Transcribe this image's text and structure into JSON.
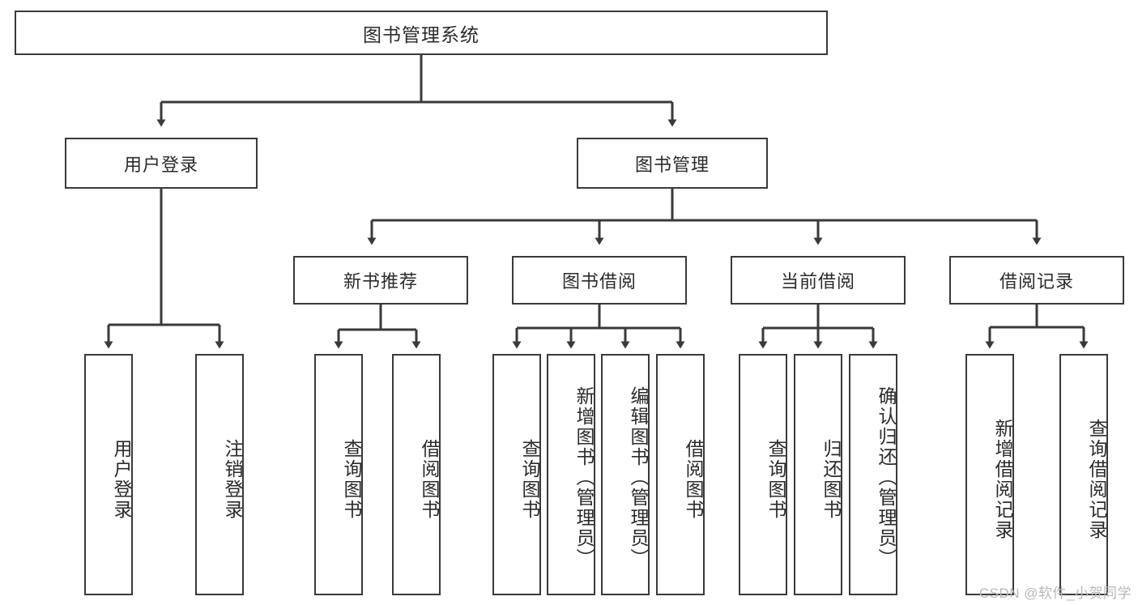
{
  "diagram": {
    "title": "图书管理系统",
    "type": "hierarchy-tree",
    "root": {
      "id": "root",
      "label": "图书管理系统"
    },
    "level2": [
      {
        "id": "user-login",
        "label": "用户登录"
      },
      {
        "id": "book-management",
        "label": "图书管理"
      }
    ],
    "level3": [
      {
        "id": "new-book-recommend",
        "label": "新书推荐"
      },
      {
        "id": "book-borrow",
        "label": "图书借阅"
      },
      {
        "id": "current-borrow",
        "label": "当前借阅"
      },
      {
        "id": "borrow-record",
        "label": "借阅记录"
      }
    ],
    "leaves": {
      "user_login": [
        {
          "id": "leaf-user-login",
          "label": "用户登录"
        },
        {
          "id": "leaf-logout-login",
          "label": "注销登录"
        }
      ],
      "new_book_recommend": [
        {
          "id": "leaf-query-book-1",
          "label": "查询图书"
        },
        {
          "id": "leaf-borrow-book-1",
          "label": "借阅图书"
        }
      ],
      "book_borrow": [
        {
          "id": "leaf-query-book-2",
          "label": "查询图书"
        },
        {
          "id": "leaf-add-book",
          "label": "新增图书（管理员）"
        },
        {
          "id": "leaf-edit-book",
          "label": "编辑图书（管理员）"
        },
        {
          "id": "leaf-borrow-book-2",
          "label": "借阅图书"
        }
      ],
      "current_borrow": [
        {
          "id": "leaf-query-book-3",
          "label": "查询图书"
        },
        {
          "id": "leaf-return-book",
          "label": "归还图书"
        },
        {
          "id": "leaf-confirm-return",
          "label": "确认归还（管理员）"
        }
      ],
      "borrow_record": [
        {
          "id": "leaf-add-borrow-record",
          "label": "新增借阅记录"
        },
        {
          "id": "leaf-query-borrow-record",
          "label": "查询借阅记录"
        }
      ]
    }
  },
  "watermark": {
    "text": "CSDN @软件_小贺同学"
  },
  "colors": {
    "stroke": "#3a3a3a",
    "text": "#2b2b2b",
    "background": "#ffffff",
    "watermark": "#b8b8b8"
  }
}
